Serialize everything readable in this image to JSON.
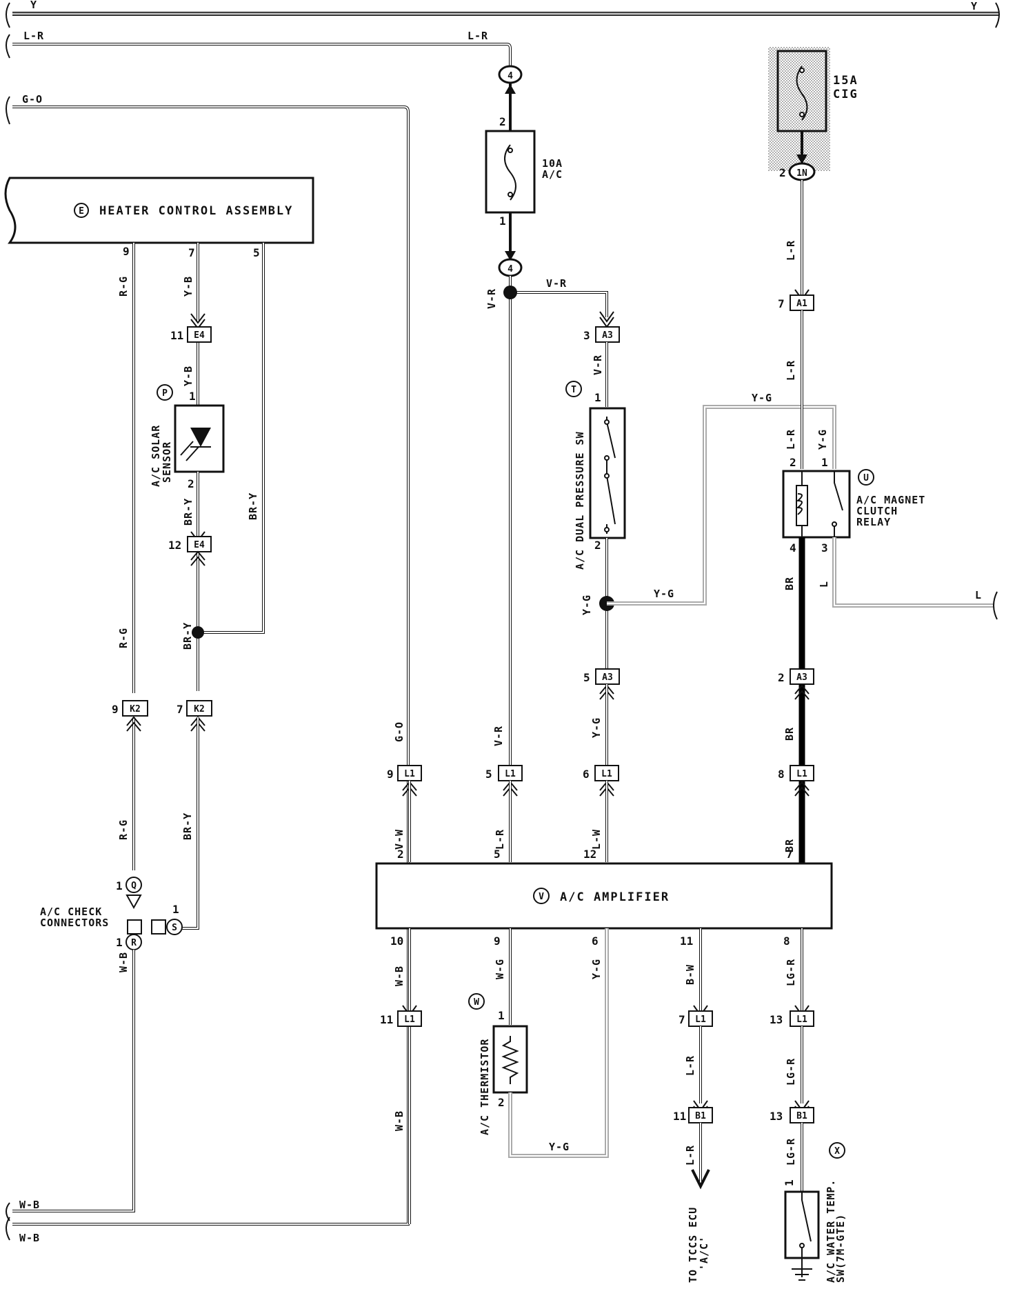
{
  "wire_colors": {
    "top_y": "Y",
    "top_y_right": "Y",
    "lr_left": "L-R",
    "lr_mid": "L-R",
    "go_left": "G-O",
    "go_mid": "G-O",
    "rg_1": "R-G",
    "rg_2": "R-G",
    "rg_3": "R-G",
    "yb_1": "Y-B",
    "yb_2": "Y-B",
    "bry_1": "BR-Y",
    "bry_2": "BR-Y",
    "bry_3": "BR-Y",
    "bry_4": "BR-Y",
    "wb_1": "W-B",
    "wb_2": "W-B",
    "wb_3": "W-B",
    "wb_bottom1": "W-B",
    "wb_bottom2": "W-B",
    "vr_1": "V-R",
    "vr_2": "V-R",
    "vr_3": "V-R",
    "vr_4": "V-R",
    "yg_1": "Y-G",
    "yg_2": "Y-G",
    "yg_3": "Y-G",
    "yg_4": "Y-G",
    "yg_5": "Y-G",
    "yg_6": "Y-G",
    "yg_7": "Y-G",
    "vw": "V-W",
    "lr_amp": "L-R",
    "lw": "L-W",
    "wg": "W-G",
    "bw": "B-W",
    "lr_tccs1": "L-R",
    "lr_tccs2": "L-R",
    "lgr_1": "LG-R",
    "lgr_2": "LG-R",
    "lgr_3": "LG-R",
    "lr_cig1": "L-R",
    "lr_cig2": "L-R",
    "lr_relay": "L-R",
    "br_1": "BR",
    "br_2": "BR",
    "br_3": "BR",
    "l_relay": "L",
    "l_right": "L"
  },
  "components": {
    "heater_control": {
      "letter": "E",
      "label": "HEATER CONTROL ASSEMBLY"
    },
    "solar_sensor": {
      "letter": "P",
      "label_1": "A/C SOLAR",
      "label_2": "SENSOR"
    },
    "dual_pressure_sw": {
      "letter": "T",
      "label": "A/C DUAL PRESSURE SW"
    },
    "magnet_clutch_relay": {
      "letter": "U",
      "label_1": "A/C MAGNET",
      "label_2": "CLUTCH",
      "label_3": "RELAY"
    },
    "amplifier": {
      "letter": "V",
      "label": "A/C AMPLIFIER"
    },
    "thermistor": {
      "letter": "W",
      "label": "A/C THERMISTOR"
    },
    "water_temp_sw": {
      "letter": "X",
      "label_1": "A/C WATER TEMP.",
      "label_2": "SW(7M-GTE)"
    },
    "check_connectors": {
      "label_1": "A/C CHECK",
      "label_2": "CONNECTORS",
      "q": "Q",
      "r": "R",
      "s": "S"
    }
  },
  "fuses": {
    "ac": {
      "amp": "10A",
      "name": "A/C"
    },
    "cig": {
      "amp": "15A",
      "name": "CIG"
    }
  },
  "connectors": {
    "c4_top": "4",
    "c4_bot": "4",
    "c1n": "1N",
    "e4_1": "E4",
    "e4_2": "E4",
    "k2_1": "K2",
    "k2_2": "K2",
    "a3_1": "A3",
    "a3_2": "A3",
    "a3_3": "A3",
    "a1": "A1",
    "l1_1": "L1",
    "l1_2": "L1",
    "l1_3": "L1",
    "l1_4": "L1",
    "l1_5": "L1",
    "l1_6": "L1",
    "l1_7": "L1",
    "b1_1": "B1",
    "b1_2": "B1"
  },
  "pins": {
    "p_fuse_2": "2",
    "p_fuse_1": "1",
    "p_1n": "2",
    "p_a1": "7",
    "p_hc_9": "9",
    "p_hc_7": "7",
    "p_hc_5": "5",
    "p_e4_11": "11",
    "p_sol_1": "1",
    "p_sol_2": "2",
    "p_e4_12": "12",
    "p_k2_9": "9",
    "p_k2_7": "7",
    "p_q_1": "1",
    "p_r_1": "1",
    "p_s_1": "1",
    "p_a3_3": "3",
    "p_sw_1": "1",
    "p_sw_2": "2",
    "p_a3_5": "5",
    "p_l1_9": "9",
    "p_l1_5": "5",
    "p_l1_6": "6",
    "p_l1_8": "8",
    "p_rel_2": "2",
    "p_rel_1": "1",
    "p_rel_4": "4",
    "p_rel_3": "3",
    "p_a3_2": "2",
    "p_amp_2": "2",
    "p_amp_5": "5",
    "p_amp_12": "12",
    "p_amp_7": "7",
    "p_amp_10": "10",
    "p_amp_9": "9",
    "p_amp_6": "6",
    "p_amp_11": "11",
    "p_amp_8": "8",
    "p_l1_11": "11",
    "p_l1_7": "7",
    "p_l1_13": "13",
    "p_th_1": "1",
    "p_th_2": "2",
    "p_b1_11": "11",
    "p_b1_13": "13",
    "p_ws_1": "1"
  },
  "destinations": {
    "tccs": {
      "line_1": "TO TCCS ECU",
      "line_2": "'A/C'"
    }
  }
}
